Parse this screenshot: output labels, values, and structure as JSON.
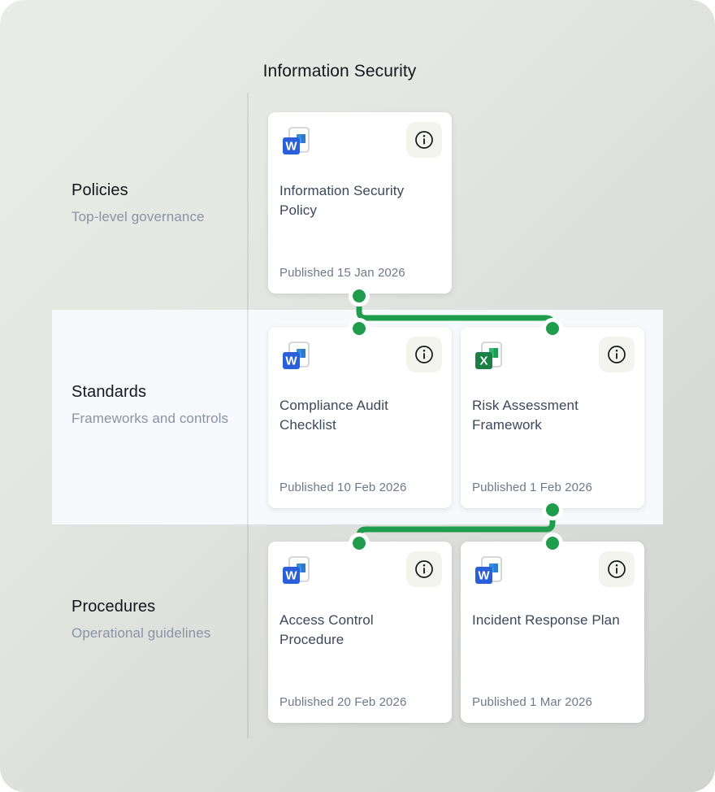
{
  "diagram": {
    "title": "Information Security",
    "accent_color": "#1f9d4d",
    "card_background": "#ffffff",
    "band_color": "#f7f9fc"
  },
  "rows": [
    {
      "title": "Policies",
      "subtitle": "Top-level governance"
    },
    {
      "title": "Standards",
      "subtitle": "Frameworks and controls"
    },
    {
      "title": "Procedures",
      "subtitle": "Operational guidelines"
    }
  ],
  "cards": [
    {
      "title": "Information Security Policy",
      "published": "Published 15 Jan 2026",
      "file_type": "word",
      "file_icon": "word-document-icon",
      "info_icon": "info-icon"
    },
    {
      "title": "Compliance Audit Checklist",
      "published": "Published 10 Feb 2026",
      "file_type": "word",
      "file_icon": "word-document-icon",
      "info_icon": "info-icon"
    },
    {
      "title": "Risk Assessment Framework",
      "published": "Published 1 Feb 2026",
      "file_type": "excel",
      "file_icon": "excel-spreadsheet-icon",
      "info_icon": "info-icon"
    },
    {
      "title": "Access Control Procedure",
      "published": "Published 20 Feb 2026",
      "file_type": "word",
      "file_icon": "word-document-icon",
      "info_icon": "info-icon"
    },
    {
      "title": "Incident Response Plan",
      "published": "Published 1 Mar 2026",
      "file_type": "word",
      "file_icon": "word-document-icon",
      "info_icon": "info-icon"
    }
  ]
}
